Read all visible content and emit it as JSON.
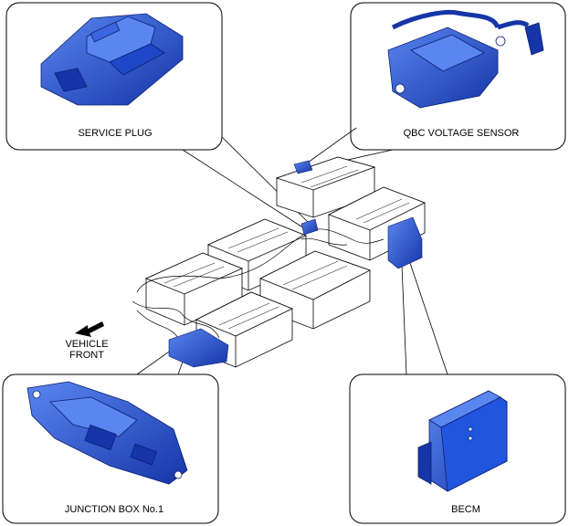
{
  "callouts": {
    "service_plug": "SERVICE PLUG",
    "qbc_voltage_sensor": "QBC VOLTAGE SENSOR",
    "junction_box": "JUNCTION BOX No.1",
    "becm": "BECM"
  },
  "direction": {
    "line1": "VEHICLE",
    "line2": "FRONT"
  },
  "colors": {
    "component_fill": "#2255dd",
    "component_dark": "#1535a8",
    "component_light": "#5a86f0",
    "outline": "#000000"
  }
}
